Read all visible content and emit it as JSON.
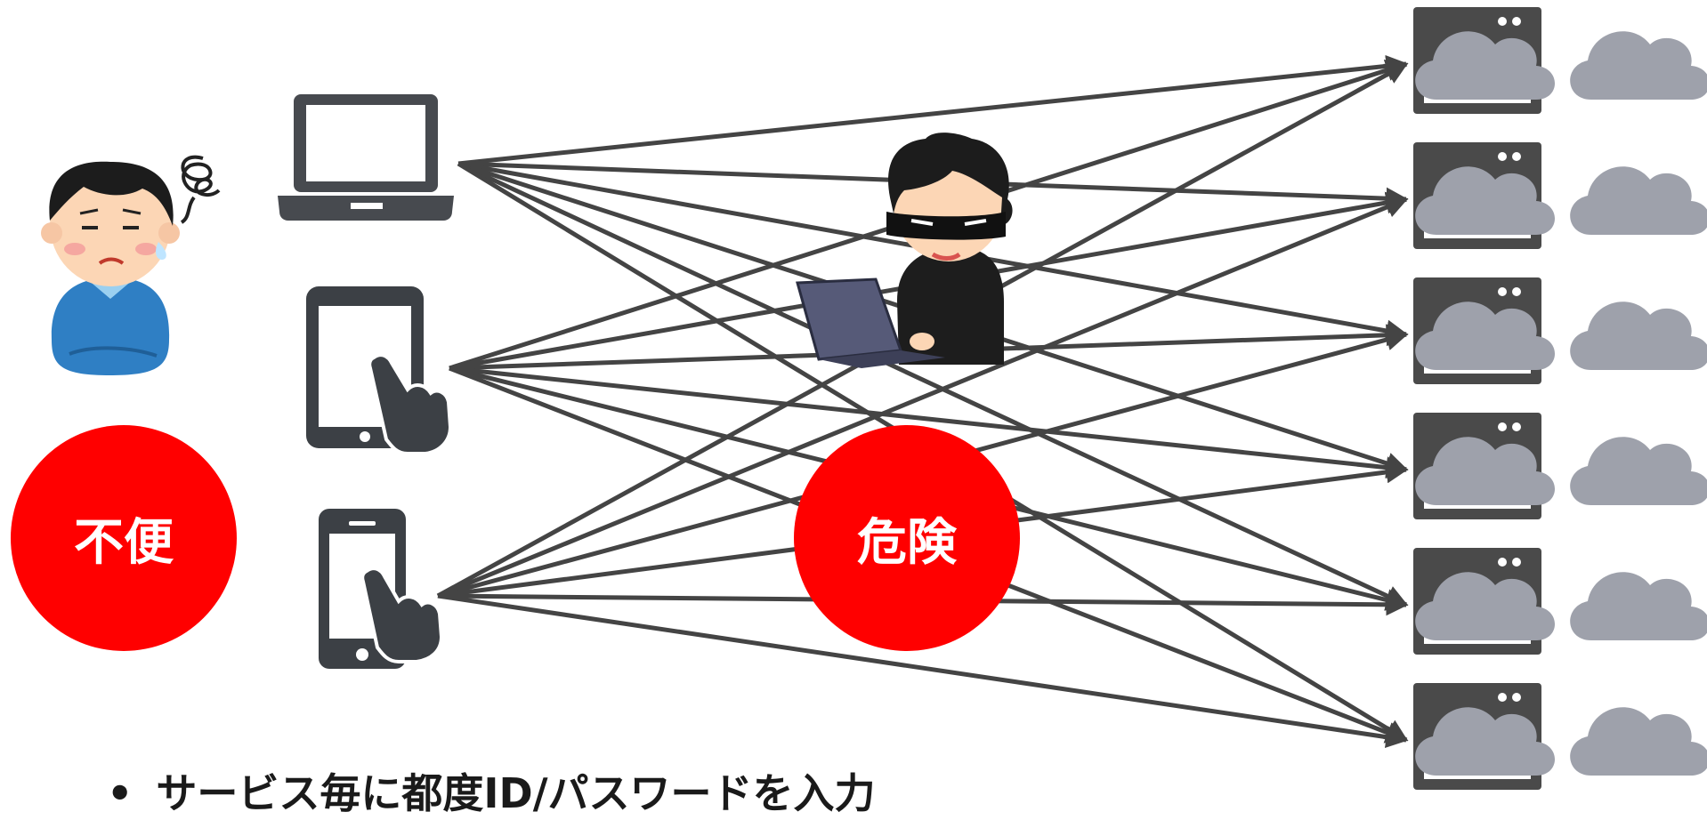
{
  "badges": {
    "left": "不便",
    "center": "危険"
  },
  "caption": "サービス毎に都度ID/パスワードを入力",
  "caption_bullet": "•",
  "colors": {
    "badge": "#ff0000",
    "line": "#444444",
    "device": "#474a4f",
    "cloud": "#9ea1ab",
    "server": "#4a4a4a"
  },
  "icons": {
    "user": "confused-person-icon",
    "laptop": "laptop-icon",
    "tablet": "tablet-icon",
    "phone": "smartphone-icon",
    "attacker": "hacker-icon",
    "service": "cloud-server-icon"
  }
}
